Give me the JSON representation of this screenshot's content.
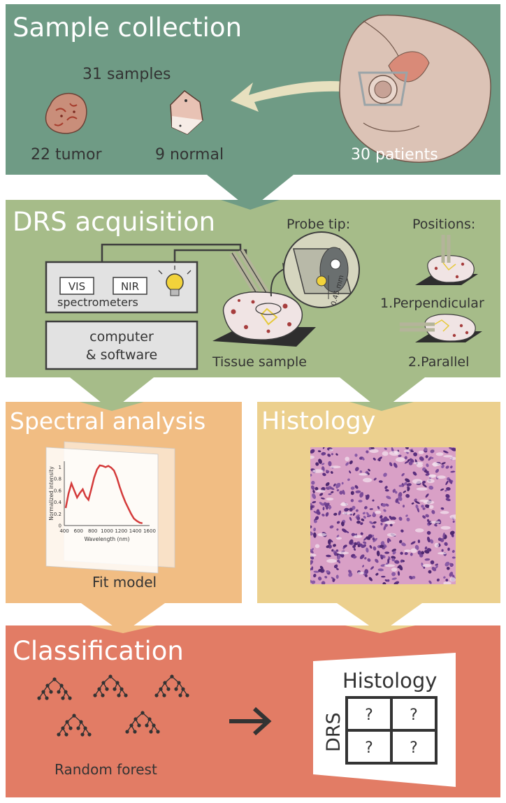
{
  "colors": {
    "sample_panel": "#6f9b85",
    "drs_panel": "#a6bc89",
    "spectral_panel": "#f1bd83",
    "histology_panel": "#ecd08e",
    "classification_panel": "#e27c65",
    "text_light": "#ffffff",
    "text_dark": "#333333",
    "curve": "#d43b3b",
    "tissue": "#f0e4e4",
    "tissue_dots": "#a63d3d",
    "histology_pink": "#d9a0c6",
    "histology_purple": "#6a3c8c"
  },
  "sample_collection": {
    "title": "Sample collection",
    "total_samples": "31 samples",
    "tumor_label": "22 tumor",
    "normal_label": "9 normal",
    "patients_label": "30 patients"
  },
  "drs_acquisition": {
    "title": "DRS acquisition",
    "vis_label": "VIS",
    "nir_label": "NIR",
    "spectrometers_label": "spectrometers",
    "computer_line1": "computer",
    "computer_line2": "& software",
    "probe_tip_label": "Probe tip:",
    "probe_dimension": "0.45 mm",
    "tissue_sample_label": "Tissue sample",
    "positions_label": "Positions:",
    "position_1": "1.Perpendicular",
    "position_2": "2.Parallel"
  },
  "spectral_analysis": {
    "title": "Spectral analysis",
    "fit_model_label": "Fit model"
  },
  "histology": {
    "title": "Histology"
  },
  "classification": {
    "title": "Classification",
    "random_forest_label": "Random forest",
    "matrix_column_header": "Histology",
    "matrix_row_header": "DRS",
    "matrix_cells": [
      "?",
      "?",
      "?",
      "?"
    ]
  },
  "chart_data": {
    "type": "line",
    "xlabel": "Wavelength (nm)",
    "ylabel": "Normalized intensity",
    "x_ticks": [
      400,
      600,
      800,
      1000,
      1200,
      1400,
      1600
    ],
    "y_ticks": [
      0,
      0.2,
      0.4,
      0.6,
      0.8,
      1
    ],
    "xlim": [
      400,
      1600
    ],
    "ylim": [
      0,
      1.1
    ],
    "series": [
      {
        "x": [
          420,
          460,
          500,
          540,
          580,
          620,
          660,
          700,
          740,
          780,
          820,
          860,
          900,
          940,
          980,
          1020,
          1060,
          1100,
          1140,
          1180,
          1220,
          1260,
          1300,
          1340,
          1380,
          1420,
          1460,
          1500
        ],
        "y": [
          0.3,
          0.55,
          0.72,
          0.6,
          0.48,
          0.56,
          0.62,
          0.5,
          0.44,
          0.62,
          0.82,
          0.96,
          1.03,
          1.02,
          1.0,
          1.02,
          0.99,
          0.94,
          0.82,
          0.66,
          0.52,
          0.4,
          0.3,
          0.2,
          0.12,
          0.08,
          0.05,
          0.04
        ]
      }
    ]
  }
}
